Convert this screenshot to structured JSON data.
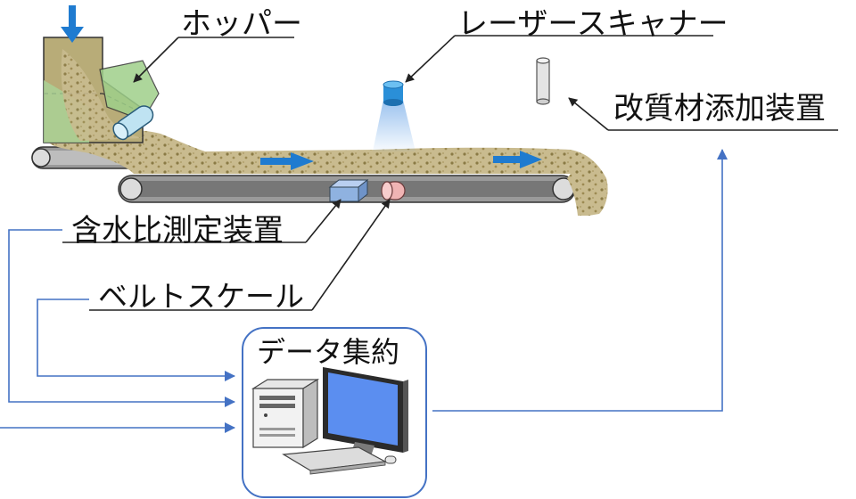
{
  "labels": {
    "hopper": "ホッパー",
    "laser_scanner": "レーザースキャナー",
    "additive_device": "改質材添加装置",
    "moisture_meter": "含水比測定装置",
    "belt_scale": "ベルトスケール",
    "data_aggregation": "データ集約"
  },
  "colors": {
    "flow_arrow": "#1f7bd0",
    "signal_line": "#4472c4",
    "soil": "#c9bb8f",
    "soil_dots": "#8a7a45",
    "hopper": "#b8ac78",
    "hopper_green": "#9fd08a",
    "belt_roller": "#707070",
    "moisture_meter": "#8fb2e0",
    "belt_scale": "#f0b4b4",
    "monitor_screen": "#5b8ef0"
  },
  "icons": [
    "flow-arrow-icon",
    "computer-tower-icon",
    "monitor-icon",
    "keyboard-icon",
    "laser-scanner-icon"
  ]
}
